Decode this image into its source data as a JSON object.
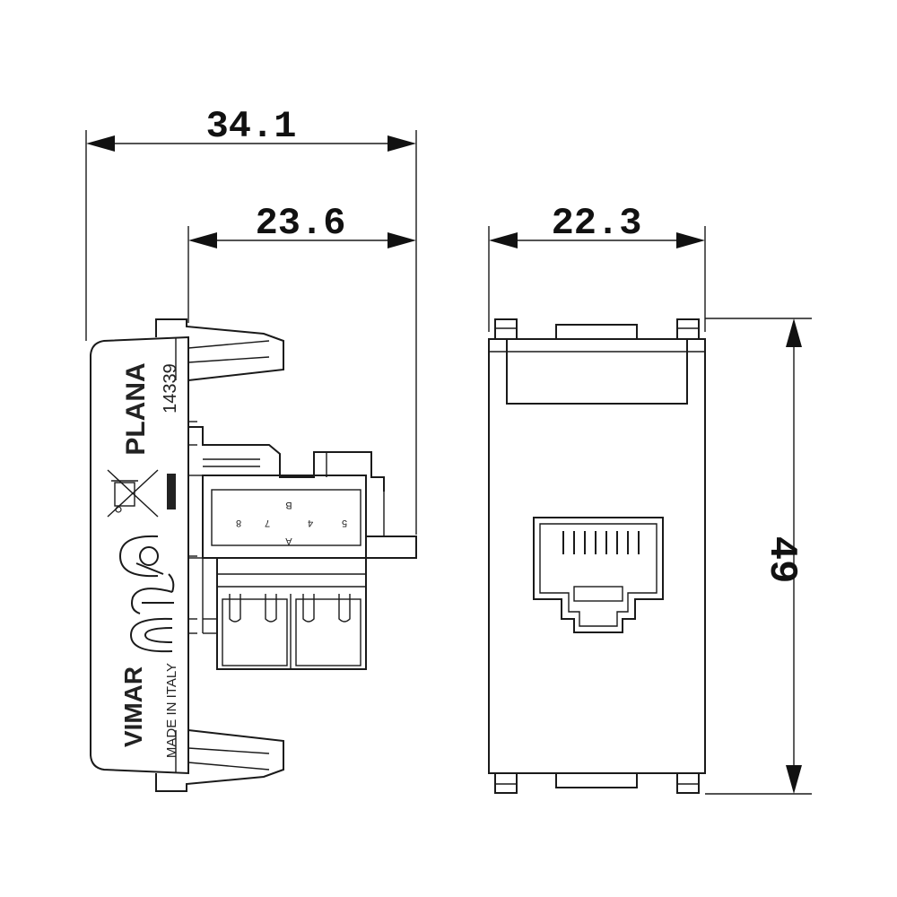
{
  "dimensions": {
    "overall_depth": "34.1",
    "connector_depth": "23.6",
    "front_width": "22.3",
    "height": "49"
  },
  "side_view": {
    "brand": "PLANA",
    "code": "14339",
    "maker": "VIMAR",
    "origin": "MADE IN ITALY",
    "pins": {
      "p8": "8",
      "p7": "7",
      "pA": "A",
      "pB": "B",
      "p4": "4",
      "p5": "5"
    }
  },
  "colors": {
    "line": "#1a1a1a",
    "background": "#ffffff"
  },
  "icons": [
    "ce-mark-icon",
    "crossed-bin-icon",
    "imq-mark-icon",
    "arrowhead-icon",
    "rj45-port-icon"
  ]
}
